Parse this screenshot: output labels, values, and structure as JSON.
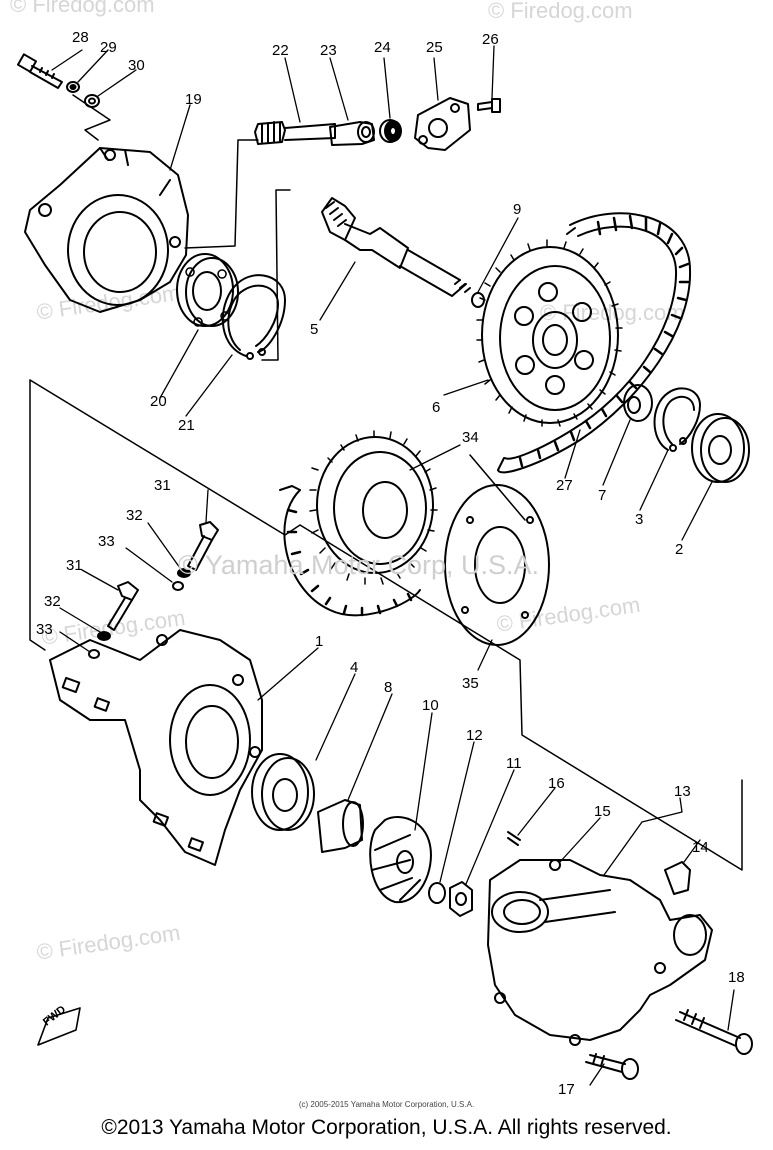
{
  "watermarks": [
    "© Firedog.com",
    "© Firedog.com",
    "© Firedog.com",
    "© Firedog.com",
    "© Firedog.com",
    "© Firedog.com",
    "© Firedog.com"
  ],
  "overlay_text": "© Yamaha Motor Corp, U.S.A.",
  "fwd_label": "FWD",
  "callouts": {
    "c1": "1",
    "c2": "2",
    "c3": "3",
    "c4": "4",
    "c5": "5",
    "c6": "6",
    "c7": "7",
    "c8": "8",
    "c9": "9",
    "c10": "10",
    "c11": "11",
    "c12": "12",
    "c13": "13",
    "c14": "14",
    "c15": "15",
    "c16": "16",
    "c17": "17",
    "c18": "18",
    "c19": "19",
    "c20": "20",
    "c21": "21",
    "c22": "22",
    "c23": "23",
    "c24": "24",
    "c25": "25",
    "c26": "26",
    "c27": "27",
    "c28": "28",
    "c29": "29",
    "c30": "30",
    "c31a": "31",
    "c31b": "31",
    "c32a": "32",
    "c32b": "32",
    "c33a": "33",
    "c33b": "33",
    "c34": "34",
    "c35": "35"
  },
  "footer": {
    "small": "(c) 2005-2015 Yamaha Motor Corporation, U.S.A.",
    "main": "©2013 Yamaha Motor Corporation, U.S.A. All rights reserved."
  }
}
